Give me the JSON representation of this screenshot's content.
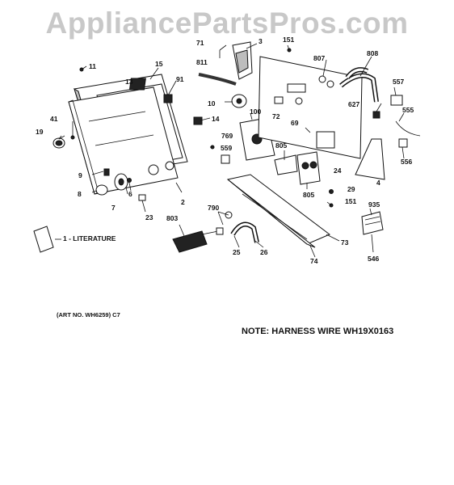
{
  "watermark": "AppliancePartsPros.com",
  "literature_label": "1 - LITERATURE",
  "art_no": "(ART NO. WH6259) C7",
  "note": "NOTE: HARNESS WIRE WH19X0163",
  "callouts": {
    "c2": "2",
    "c3": "3",
    "c4": "4",
    "c6": "6",
    "c7": "7",
    "c8": "8",
    "c9": "9",
    "c10": "10",
    "c11": "11",
    "c13": "13",
    "c14": "14",
    "c15": "15",
    "c19": "19",
    "c23": "23",
    "c24": "24",
    "c25": "25",
    "c26": "26",
    "c29": "29",
    "c41": "41",
    "c69": "69",
    "c71": "71",
    "c72": "72",
    "c73": "73",
    "c74": "74",
    "c91": "91",
    "c100": "100",
    "c151a": "151",
    "c151b": "151",
    "c546": "546",
    "c555": "555",
    "c556": "556",
    "c557": "557",
    "c559": "559",
    "c627": "627",
    "c769": "769",
    "c790": "790",
    "c803": "803",
    "c805a": "805",
    "c805b": "805",
    "c807": "807",
    "c808": "808",
    "c811": "811",
    "c935": "935"
  }
}
